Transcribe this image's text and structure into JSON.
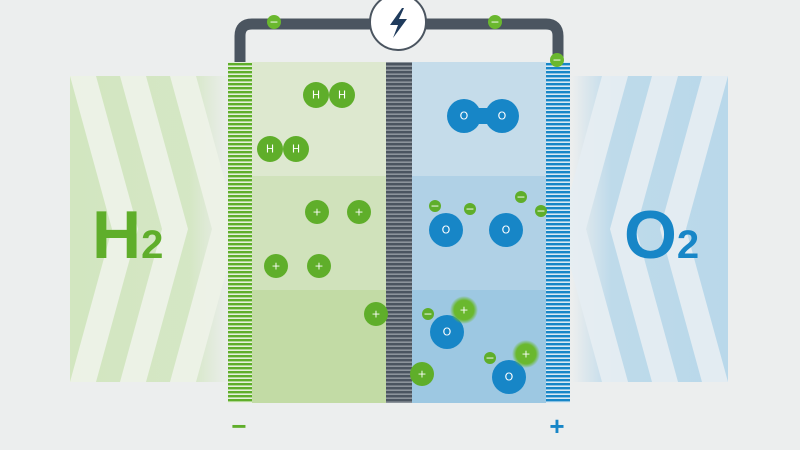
{
  "colors": {
    "background": "#eceeee",
    "hydrogen_green": "#5fae2a",
    "oxygen_blue": "#1786c7",
    "membrane_gray": "#4b5560",
    "circuit_gray": "#4b5560"
  },
  "circuit": {
    "icon": "lightning-bolt-icon",
    "electron_sign": "−"
  },
  "inlet_left": {
    "symbol": "H",
    "subscript": "2"
  },
  "inlet_right": {
    "symbol": "O",
    "subscript": "2"
  },
  "electrodes": {
    "anode_sign": "−",
    "cathode_sign": "+"
  },
  "atoms": {
    "hydrogen": "H",
    "oxygen": "O",
    "proton": "+",
    "electron": "−"
  }
}
